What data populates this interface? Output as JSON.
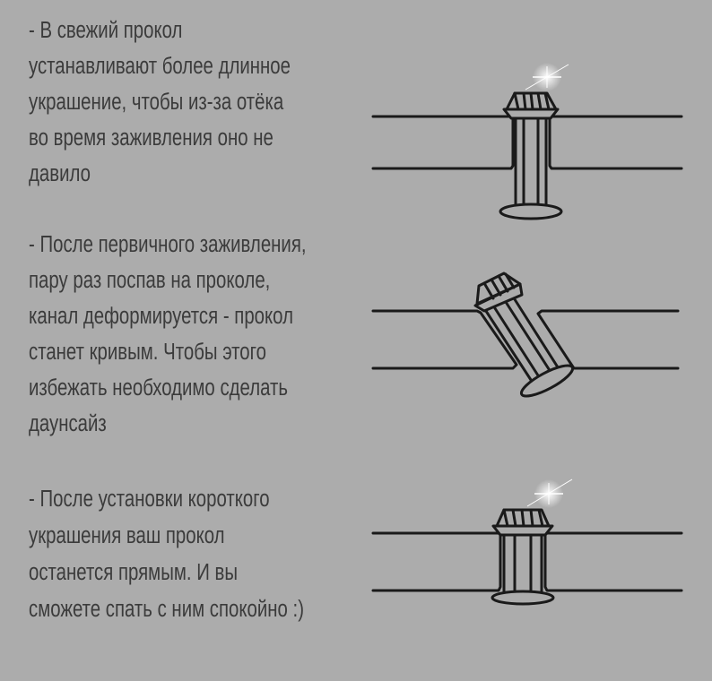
{
  "sections": [
    {
      "lines": [
        "- В свежий прокол",
        "устанавливают более длинное",
        "украшение, чтобы из-за отёка",
        "во время заживления оно не",
        "давило"
      ],
      "diagram_icon": "long-straight-labret-icon"
    },
    {
      "lines": [
        "- После первичного заживления,",
        "пару раз поспав на проколе,",
        "канал деформируется - прокол",
        "станет кривым. Чтобы этого",
        "избежать необходимо сделать",
        "даунсайз"
      ],
      "diagram_icon": "tilted-labret-icon"
    },
    {
      "lines": [
        "- После установки короткого",
        "украшения ваш прокол",
        "останется прямым. И вы",
        "сможете спать с ним спокойно :)"
      ],
      "diagram_icon": "short-straight-labret-icon"
    }
  ],
  "colors": {
    "background": "#acacac",
    "text": "#3b3b3b",
    "line": "#1a1a1a",
    "sparkle": "#ffffff"
  }
}
